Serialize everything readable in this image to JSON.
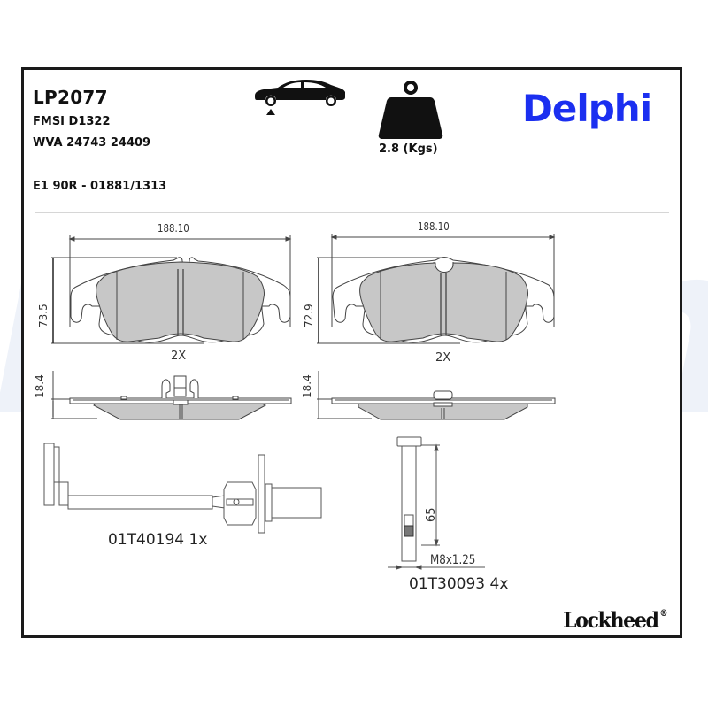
{
  "header": {
    "part_code": "LP2077",
    "fmsi": "FMSI D1322",
    "wva": "WVA 24743 24409",
    "approval": "E1 90R - 01881/1313"
  },
  "icons": {
    "vehicle_axle": "car-front-axle-icon",
    "weight": "weight-icon"
  },
  "weight": {
    "label": "2.8 (Kgs)"
  },
  "brands": {
    "primary": "Delphi",
    "primary_color": "#1b2ff0",
    "secondary": "Lockheed",
    "secondary_mark": "®",
    "watermark": "Delphi",
    "watermark_color": "#eef2f9"
  },
  "pads": [
    {
      "width_label": "188.10",
      "height_label": "73.5",
      "thickness_label": "18.4",
      "quantity": "2X"
    },
    {
      "width_label": "188.10",
      "height_label": "72.9",
      "thickness_label": "18.4",
      "quantity": "2X"
    }
  ],
  "accessories": {
    "sensor": {
      "label": "01T40194 1x"
    },
    "bolt": {
      "length_label": "65",
      "thread_label": "M8x1.25",
      "label": "01T30093 4x"
    }
  }
}
